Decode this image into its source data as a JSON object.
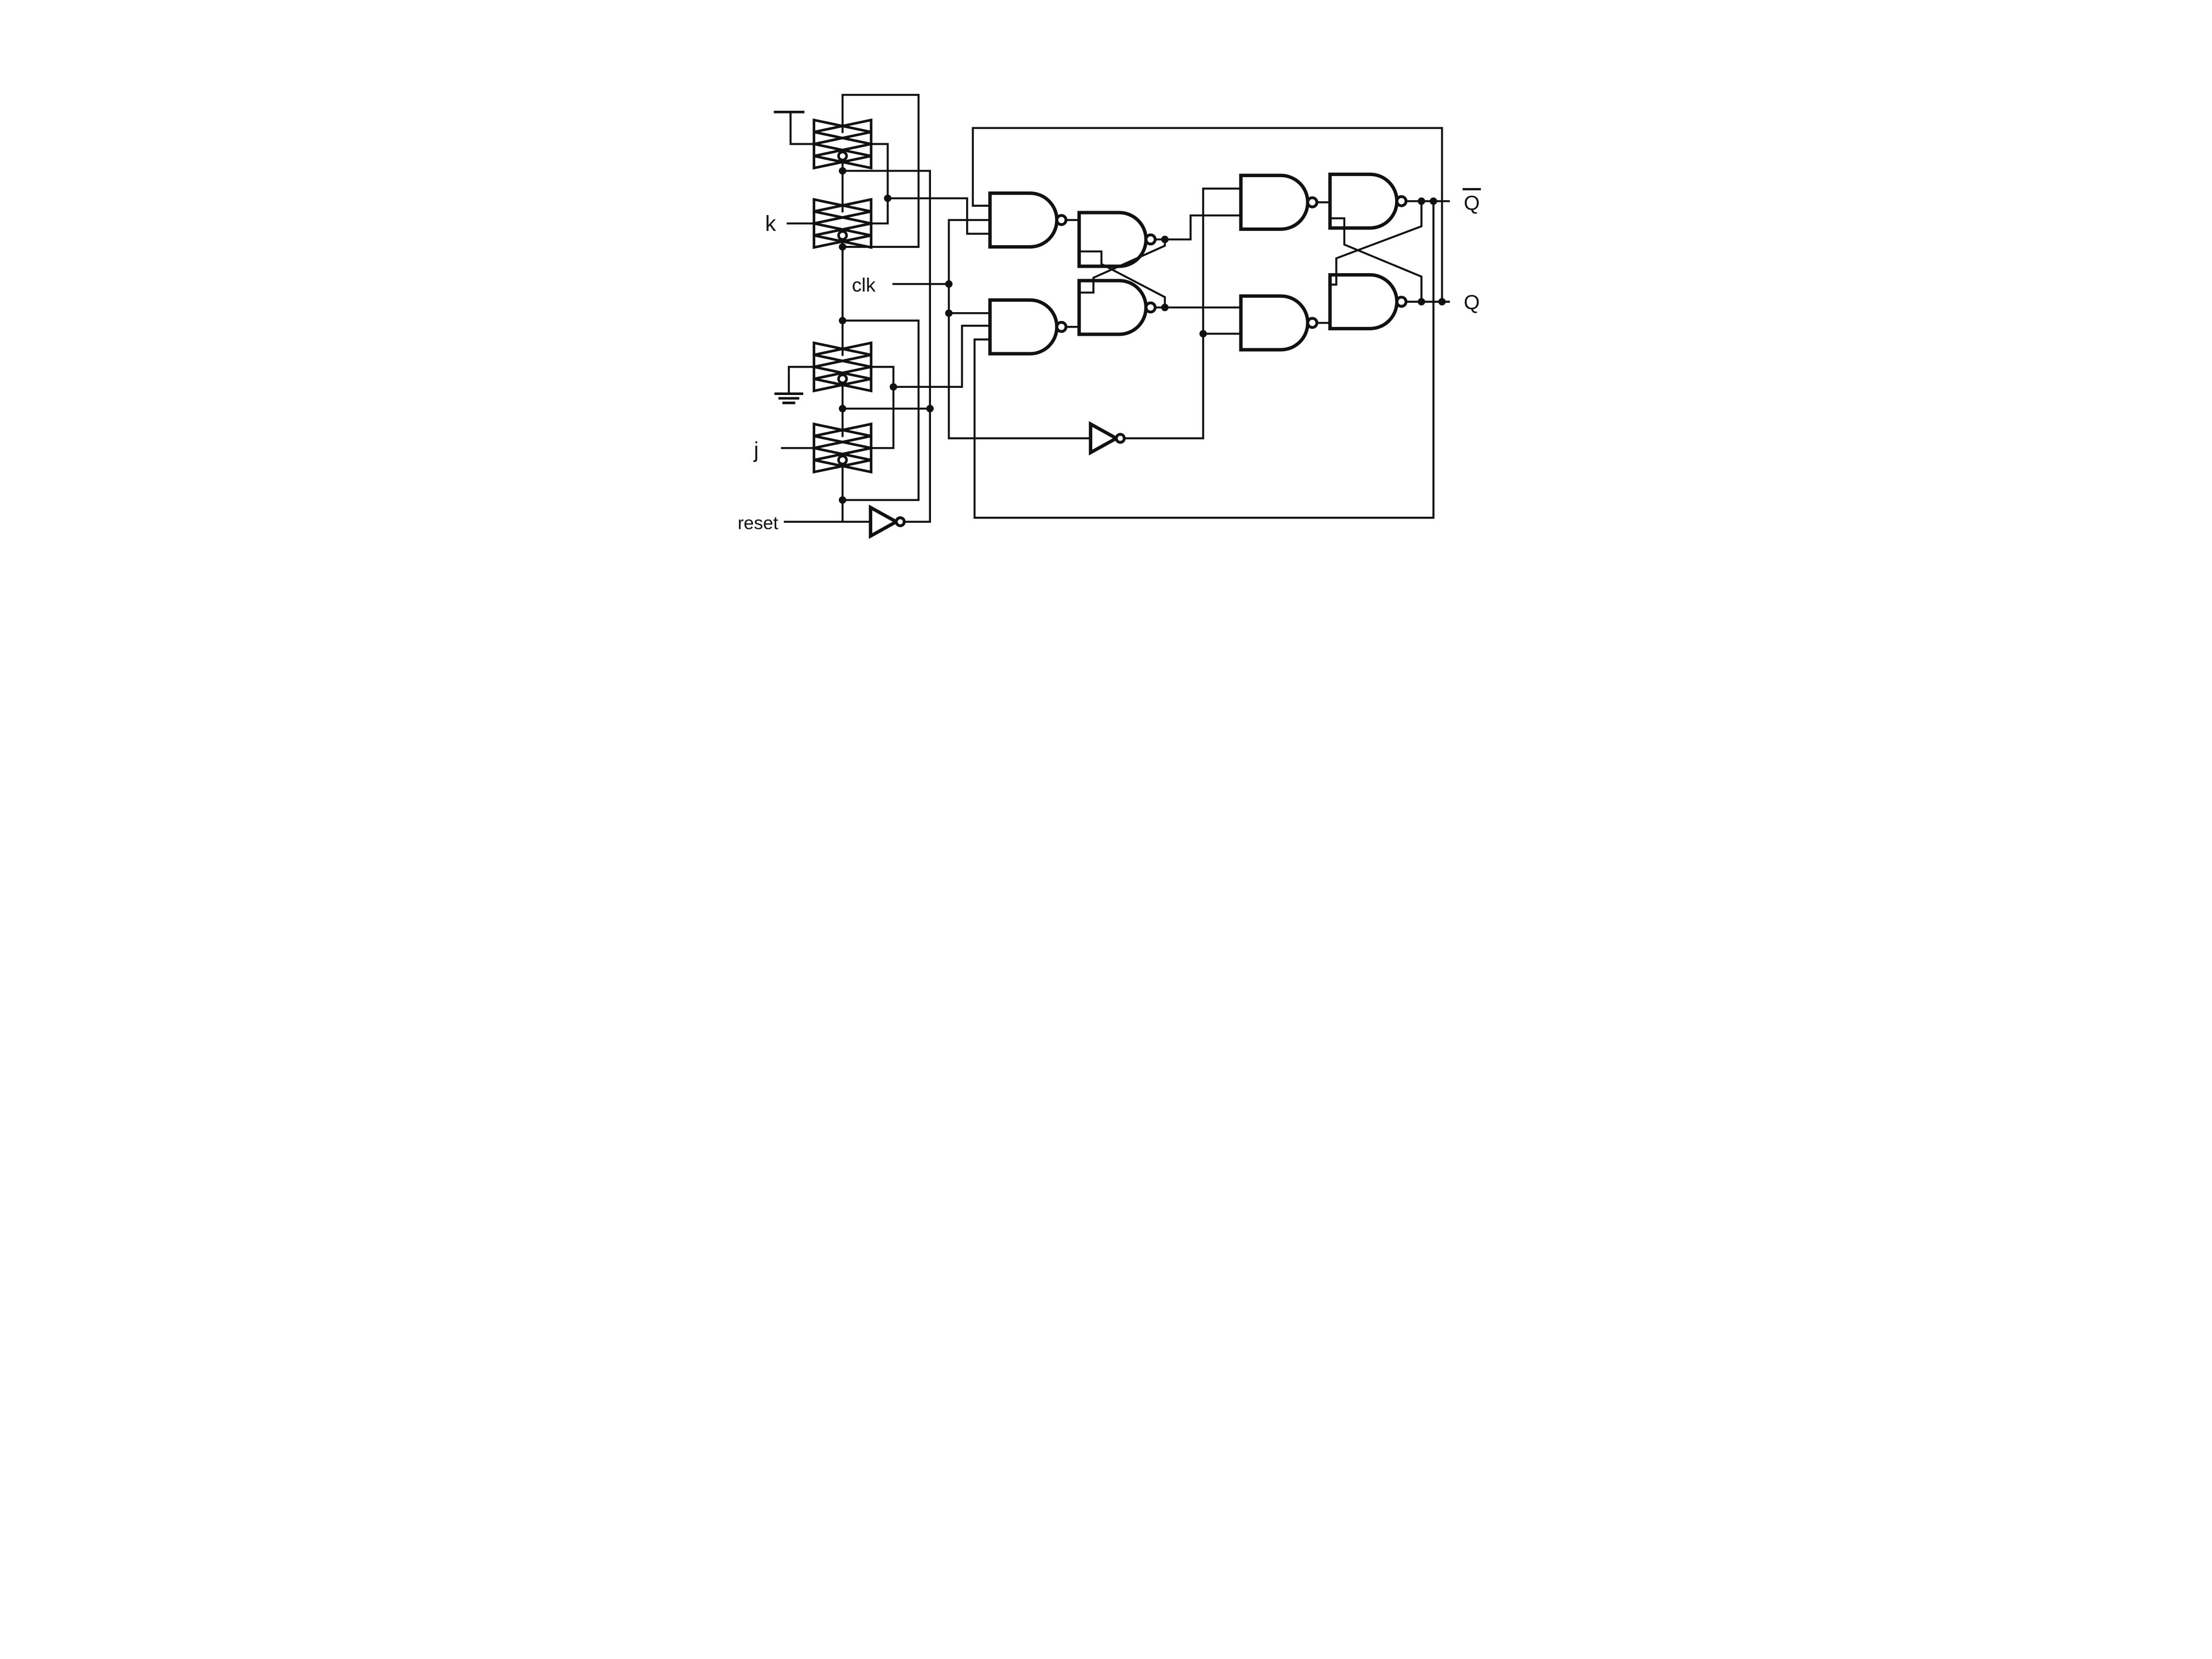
{
  "diagram": {
    "title": "JK flip-flop transistor-level schematic",
    "background_color": "#ffffff",
    "ink_color": "#111111",
    "labels": {
      "k": "k",
      "j": "j",
      "clk": "clk",
      "reset": "reset",
      "q": "Q",
      "q_bar": "Q"
    },
    "components": {
      "transmission_gates": [
        "k-feedback-pass-gate",
        "k-input-pass-gate",
        "j-ground-pass-gate",
        "j-input-pass-gate"
      ],
      "nand_gates": [
        "master-input-top-nand",
        "master-latch-top-nand",
        "master-input-bottom-nand",
        "master-latch-bottom-nand",
        "slave-input-top-nand",
        "slave-latch-top-nand",
        "slave-input-bottom-nand",
        "slave-latch-bottom-nand"
      ],
      "inverters": [
        "clock-inverter",
        "reset-inverter"
      ],
      "power_symbols": [
        "supply-bar",
        "ground"
      ]
    }
  }
}
